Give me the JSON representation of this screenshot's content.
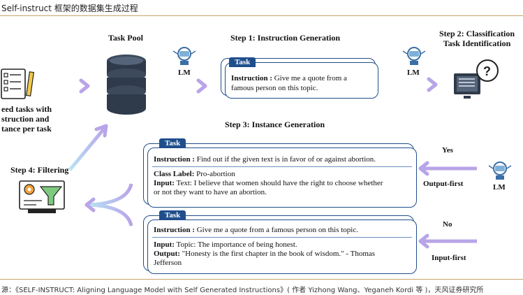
{
  "header": {
    "title": "Self-instruct 框架的数据集生成过程"
  },
  "source": {
    "text": "源：《SELF-INSTRUCT: Aligning Language Model with Self Generated Instructions》( 作者 Yizhong Wang、Yeganeh Kordi 等 )，天风证券研究所"
  },
  "diagram": {
    "seed_label": [
      "eed tasks with",
      "struction and",
      "tance per task"
    ],
    "task_pool": "Task Pool",
    "lm": "LM",
    "step1": "Step 1: Instruction Generation",
    "step2": [
      "Step 2: Classification",
      "Task Identification"
    ],
    "step3": "Step 3: Instance Generation",
    "step4": "Step 4: Filtering",
    "yes": "Yes",
    "no": "No",
    "output_first": "Output-first",
    "input_first": "Input-first",
    "task_tab": "Task",
    "card1": {
      "instr_key": "Instruction :",
      "instr_val1": " Give me a quote from a",
      "instr_val2": "famous person on this topic."
    },
    "card2": {
      "instr_key": "Instruction :",
      "instr_val": " Find out if the given text is in favor of or against abortion.",
      "class_key": "Class Label:",
      "class_val": " Pro-abortion",
      "input_key": "Input:",
      "input_val1": " Text: I believe that women should have the right to choose whether",
      "input_val2": "or not they want to have an abortion."
    },
    "card3": {
      "instr_key": "Instruction :",
      "instr_val": " Give me a quote from a famous person on this topic.",
      "input_key": "Input:",
      "input_val": " Topic: The importance of being honest.",
      "output_key": "Output:",
      "output_val1": " \"Honesty is the first chapter in the book of wisdom.\" - Thomas",
      "output_val2": "Jefferson"
    }
  }
}
